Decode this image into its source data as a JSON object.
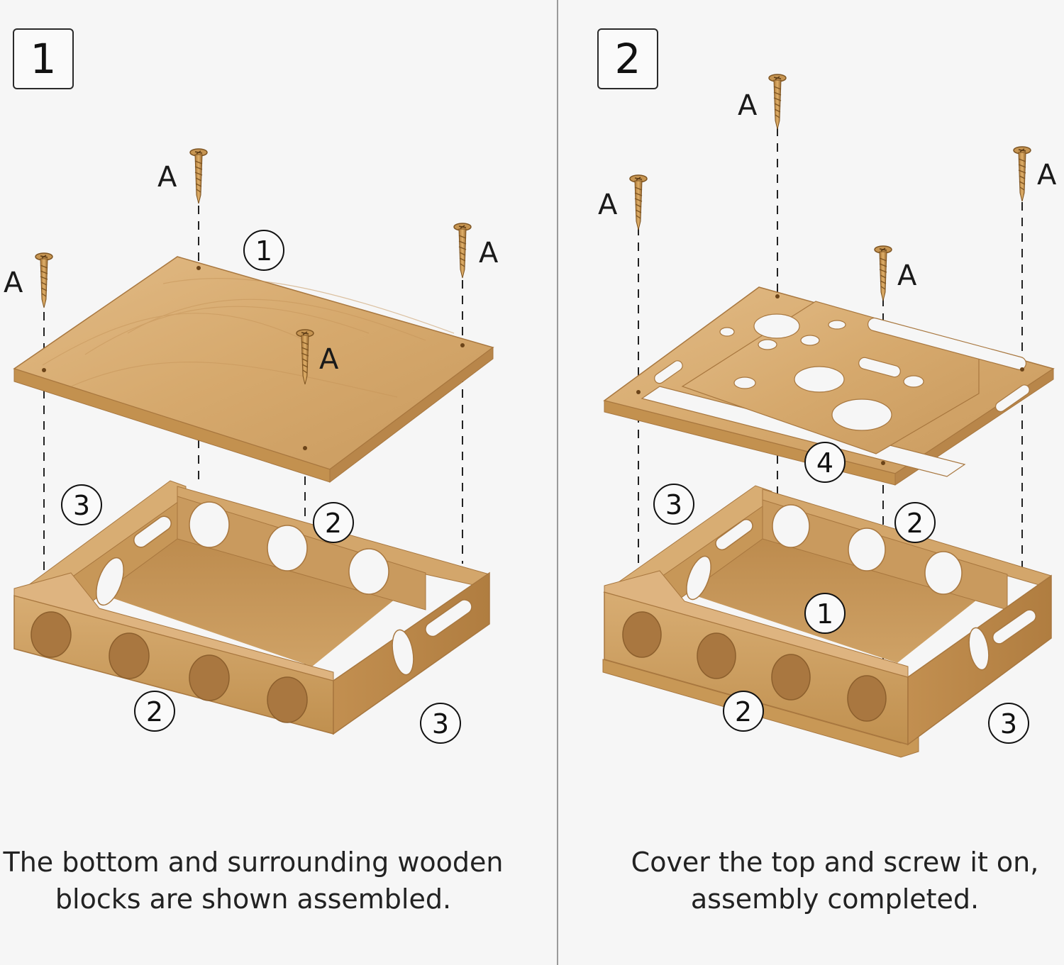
{
  "panels": [
    {
      "step": "1",
      "caption": [
        "The bottom and surrounding wooden",
        "blocks are shown assembled."
      ]
    },
    {
      "step": "2",
      "caption": [
        "Cover the top and screw it on,",
        "assembly completed."
      ]
    }
  ],
  "screw_label": "A",
  "callouts": {
    "p1_top_board": "1",
    "p1_side_left": "3",
    "p1_side_back": "2",
    "p1_front": "2",
    "p1_side_right": "3",
    "p2_top_cover": "4",
    "p2_side_left": "3",
    "p2_side_back": "2",
    "p2_bottom": "1",
    "p2_front": "2",
    "p2_side_right": "3"
  },
  "colors": {
    "wood_light": "#dcb27c",
    "wood_mid": "#c99a5e",
    "wood_dark": "#a8773f",
    "background": "#f6f6f6"
  }
}
